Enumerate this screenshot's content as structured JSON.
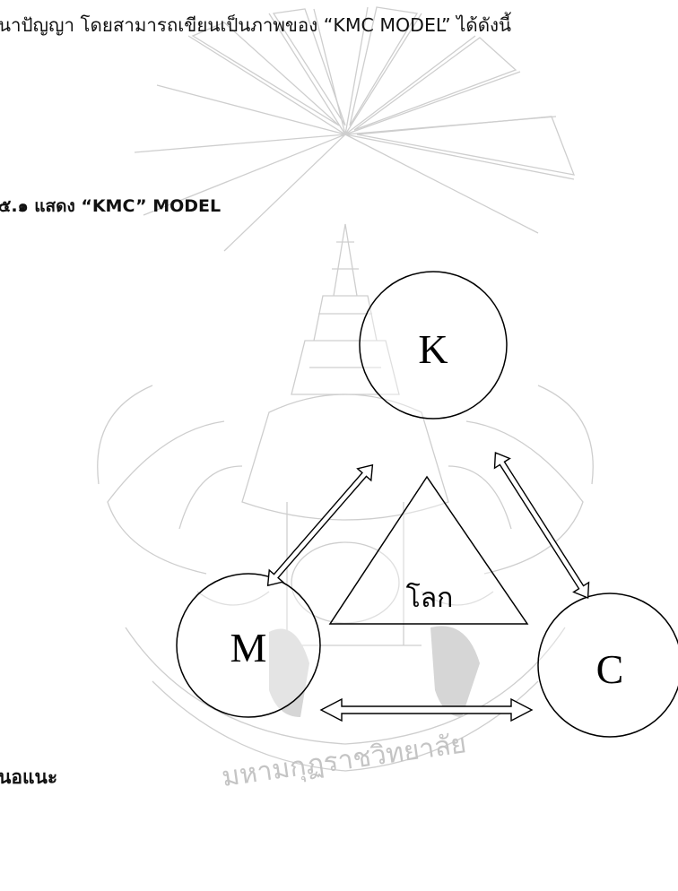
{
  "document": {
    "intro_line": "นาปัญญา โดยสามารถเขียนเป็นภาพของ “KMC MODEL” ได้ดังนี้",
    "figure_caption": "๕.๑ แสดง “KMC” MODEL",
    "section_heading": "นอแนะ",
    "watermark_text": "มหามกุฏราชวิทยาลัย"
  },
  "diagram": {
    "nodes": {
      "top": {
        "label": "K"
      },
      "left": {
        "label": "M"
      },
      "right": {
        "label": "C"
      }
    },
    "center": {
      "label": "โลก"
    }
  }
}
